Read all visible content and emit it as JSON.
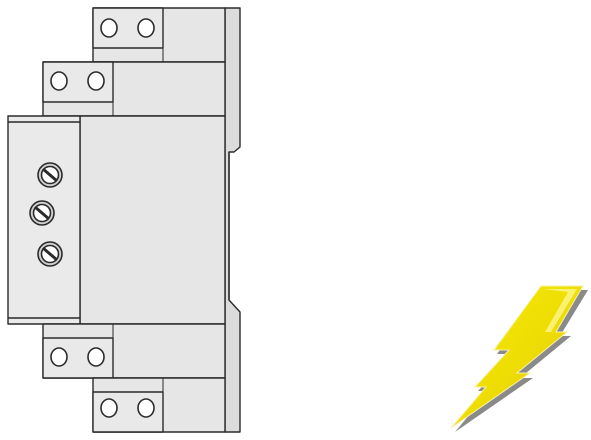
{
  "diagram": {
    "device": {
      "kind": "din-rail-module",
      "top_terminal_count": 4,
      "bottom_terminal_count": 4,
      "adjustment_screw_count": 3
    },
    "lightning": {
      "kind": "lightning-bolt-icon"
    }
  },
  "colors": {
    "housing_fill": "#e6e6e6",
    "housing_stroke": "#2b2b2b",
    "terminal_fill": "#ffffff",
    "bolt_yellow": "#f2e200",
    "bolt_orange": "#e7a91b",
    "bolt_shadow": "#8a8a8a"
  }
}
